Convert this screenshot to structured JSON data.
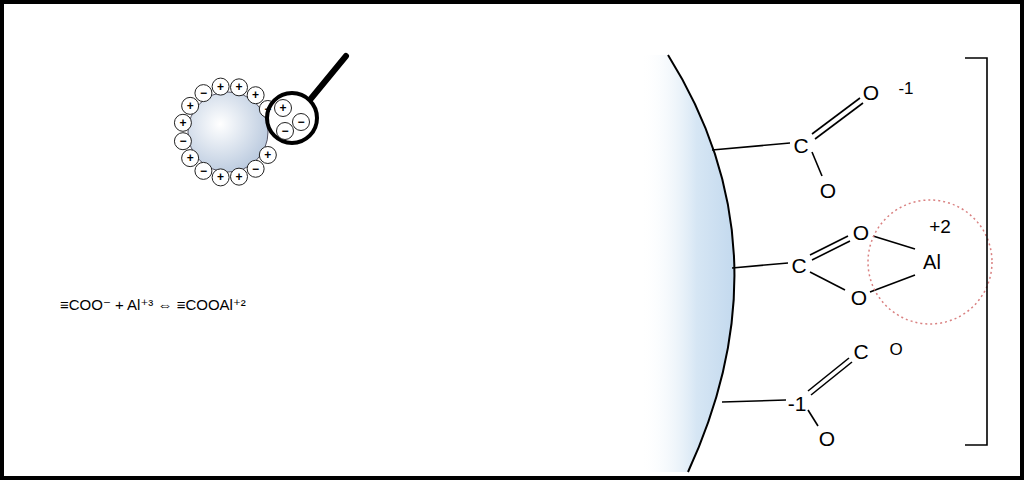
{
  "diagram": {
    "labels": [
      "+",
      "−",
      "+",
      "+",
      "−",
      "+",
      "−",
      "+",
      "+",
      "−",
      "+",
      "+",
      "+",
      "−",
      "+",
      "−",
      "−",
      "≡COO⁻ + Al⁺³ ⇔ ≡COOAl⁺²",
      "O",
      "-1",
      "C",
      "O",
      "O",
      "+2",
      "C",
      "Al",
      "O",
      "O",
      "-1",
      "C",
      "O"
    ]
  }
}
